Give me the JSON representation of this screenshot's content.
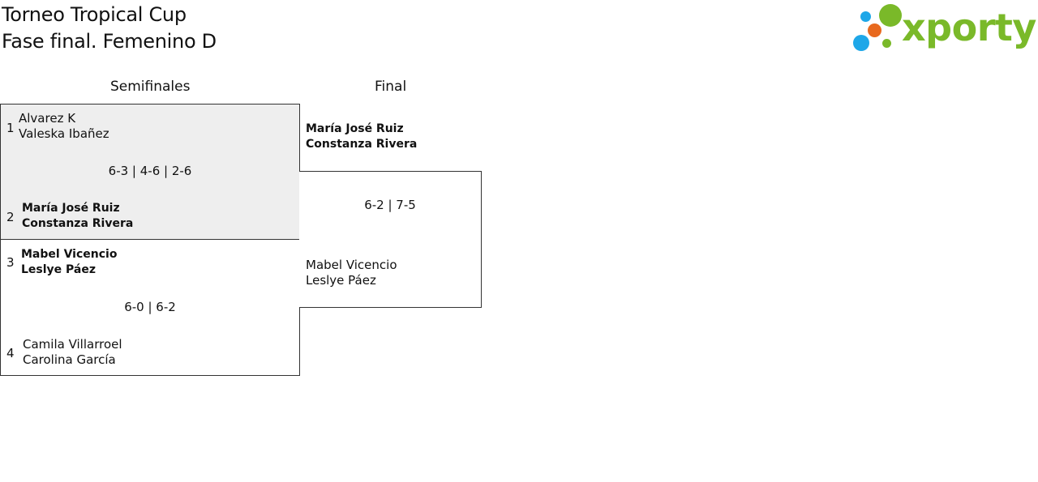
{
  "header": {
    "title": "Torneo Tropical Cup",
    "subtitle": "Fase final. Femenino D"
  },
  "logo": {
    "text": "xporty",
    "colors": {
      "green": "#7ab929",
      "blue": "#1ea7e8",
      "orange": "#e8691e"
    }
  },
  "rounds": {
    "semis_label": "Semifinales",
    "final_label": "Final"
  },
  "semifinals": [
    {
      "top": {
        "seed": "1",
        "player1": "Alvarez K",
        "player2": "Valeska Ibañez",
        "winner": false
      },
      "score": "6-3 | 4-6 | 2-6",
      "bottom": {
        "seed": "2",
        "player1": "María José Ruiz",
        "player2": "Constanza Rivera",
        "winner": true
      }
    },
    {
      "top": {
        "seed": "3",
        "player1": "Mabel Vicencio",
        "player2": "Leslye Páez",
        "winner": true
      },
      "score": "6-0 | 6-2",
      "bottom": {
        "seed": "4",
        "player1": "Camila Villarroel",
        "player2": "Carolina García",
        "winner": false
      }
    }
  ],
  "final": {
    "top": {
      "player1": "María José Ruiz",
      "player2": "Constanza Rivera",
      "winner": true
    },
    "score": "6-2 | 7-5",
    "bottom": {
      "player1": "Mabel Vicencio",
      "player2": "Leslye Páez",
      "winner": false
    }
  }
}
